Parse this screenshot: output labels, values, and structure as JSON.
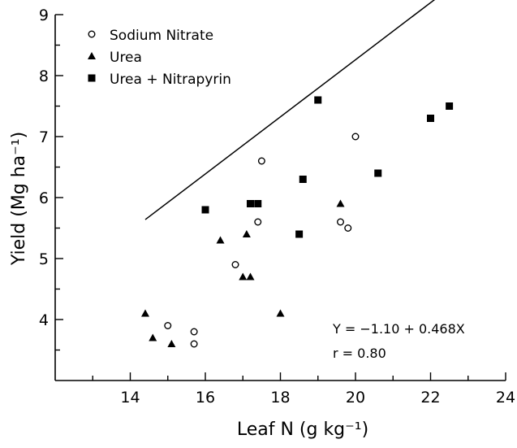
{
  "chart_data": {
    "type": "scatter",
    "xlabel": "Leaf N (g kg⁻¹)",
    "ylabel": "Yield (Mg ha⁻¹)",
    "xlim": [
      12,
      24
    ],
    "ylim": [
      3,
      9
    ],
    "xticks": [
      14,
      16,
      18,
      20,
      22,
      24
    ],
    "yticks": [
      4,
      5,
      6,
      7,
      8,
      9
    ],
    "legend_position": "top-left",
    "series": [
      {
        "name": "Sodium Nitrate",
        "marker": "open-circle",
        "points": [
          [
            15.0,
            3.9
          ],
          [
            15.7,
            3.8
          ],
          [
            15.7,
            3.6
          ],
          [
            16.8,
            4.9
          ],
          [
            17.4,
            5.6
          ],
          [
            17.5,
            6.6
          ],
          [
            19.6,
            5.6
          ],
          [
            19.8,
            5.5
          ],
          [
            20.0,
            7.0
          ]
        ]
      },
      {
        "name": "Urea",
        "marker": "filled-triangle",
        "points": [
          [
            14.4,
            4.1
          ],
          [
            14.6,
            3.7
          ],
          [
            15.1,
            3.6
          ],
          [
            16.4,
            5.3
          ],
          [
            17.0,
            4.7
          ],
          [
            17.1,
            5.4
          ],
          [
            17.2,
            4.7
          ],
          [
            18.0,
            4.1
          ],
          [
            19.6,
            5.9
          ]
        ]
      },
      {
        "name": "Urea + Nitrapyrin",
        "marker": "filled-square",
        "points": [
          [
            16.0,
            5.8
          ],
          [
            17.2,
            5.9
          ],
          [
            17.4,
            5.9
          ],
          [
            18.5,
            5.4
          ],
          [
            18.6,
            6.3
          ],
          [
            19.0,
            7.6
          ],
          [
            20.6,
            6.4
          ],
          [
            22.0,
            7.3
          ],
          [
            22.5,
            7.5
          ]
        ]
      }
    ],
    "regression": {
      "intercept": -1.1,
      "slope": 0.468,
      "x_range": [
        14.4,
        22.5
      ]
    },
    "annotations": [
      "Y = −1.10 + 0.468X",
      "r = 0.80"
    ]
  }
}
